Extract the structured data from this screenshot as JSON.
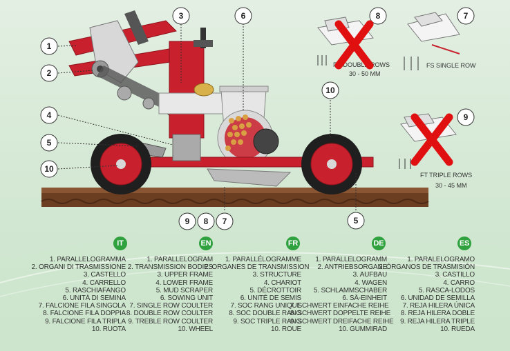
{
  "colors": {
    "frame": "#c8202c",
    "frame_dark": "#8e141c",
    "metal": "#9a9a9a",
    "soil": "#6b3e22",
    "badge": "#2fa13f",
    "cross": "#e01010"
  },
  "callouts": {
    "c1": "1",
    "c2": "2",
    "c3": "3",
    "c4": "4",
    "c5": "5",
    "c6": "6",
    "c7": "7",
    "c8": "8",
    "c9": "9",
    "c10": "10",
    "c10b": "10",
    "c5b": "5",
    "c9b": "9",
    "c8b": "8",
    "c7b": "7"
  },
  "insets": {
    "double_title": "FD DOUBLE ROWS",
    "double_range": "30 - 50 MM",
    "single_title": "FS SINGLE ROW",
    "triple_title": "FT TRIPLE ROWS",
    "triple_range": "30 - 45 MM"
  },
  "legends": [
    {
      "lang": "IT",
      "items": [
        "1. PARALLELOGRAMMA",
        "2. ORGANI DI TRASMISSIONE",
        "3. CASTELLO",
        "4. CARRELLO",
        "5. RASCHIAFANGO",
        "6. UNITÀ DI SEMINA",
        "7. FALCIONE FILA SINGOLA",
        "8. FALCIONE FILA DOPPIA",
        "9. FALCIONE FILA TRIPLA",
        "10. RUOTA"
      ]
    },
    {
      "lang": "EN",
      "items": [
        "1. PARALLELOGRAM",
        "2. TRANSMISSION BODIES",
        "3. UPPER FRAME",
        "4. LOWER FRAME",
        "5. MUD SCRAPER",
        "6. SOWING UNIT",
        "7. SINGLE ROW COULTER",
        "8. DOUBLE ROW COULTER",
        "9. TREBLE ROW COULTER",
        "10. WHEEL"
      ]
    },
    {
      "lang": "FR",
      "items": [
        "1. PARALLÉLOGRAMME",
        "2. ORGANES DE TRANSMISSION",
        "3. STRUCTURE",
        "4. CHARIOT",
        "5. DÉCROTTOIR",
        "6. UNITÉ DE SEMIS",
        "7. SOC RANG UNIQUE",
        "8. SOC DOUBLE RANG",
        "9. SOC TRIPLE RANG",
        "10. ROUE"
      ]
    },
    {
      "lang": "DE",
      "items": [
        "1. PARALLELOGRAMM",
        "2. ANTRIEBSORGANE",
        "3. AUFBAU",
        "4. WAGEN",
        "5. SCHLAMMSCHABER",
        "6. SÄ-EINHEIT",
        "7. SCHWERT EINFACHE REIHE",
        "8. SCHWERT DOPPELTE REIHE",
        "9. SCHWERT DREIFACHE REIHE",
        "10. GUMMIRAD"
      ]
    },
    {
      "lang": "ES",
      "items": [
        "1. PARALELOGRAMO",
        "2. ÓRGANOS DE TRASMISIÓN",
        "3. CASTILLO",
        "4. CARRO",
        "5. RASCA-LODOS",
        "6. UNIDAD DE SEMILLA",
        "7. REJA HILERA ÚNICA",
        "8. REJA HILERA DOBLE",
        "9. REJA HILERA TRIPLE",
        "10. RUEDA"
      ]
    }
  ]
}
